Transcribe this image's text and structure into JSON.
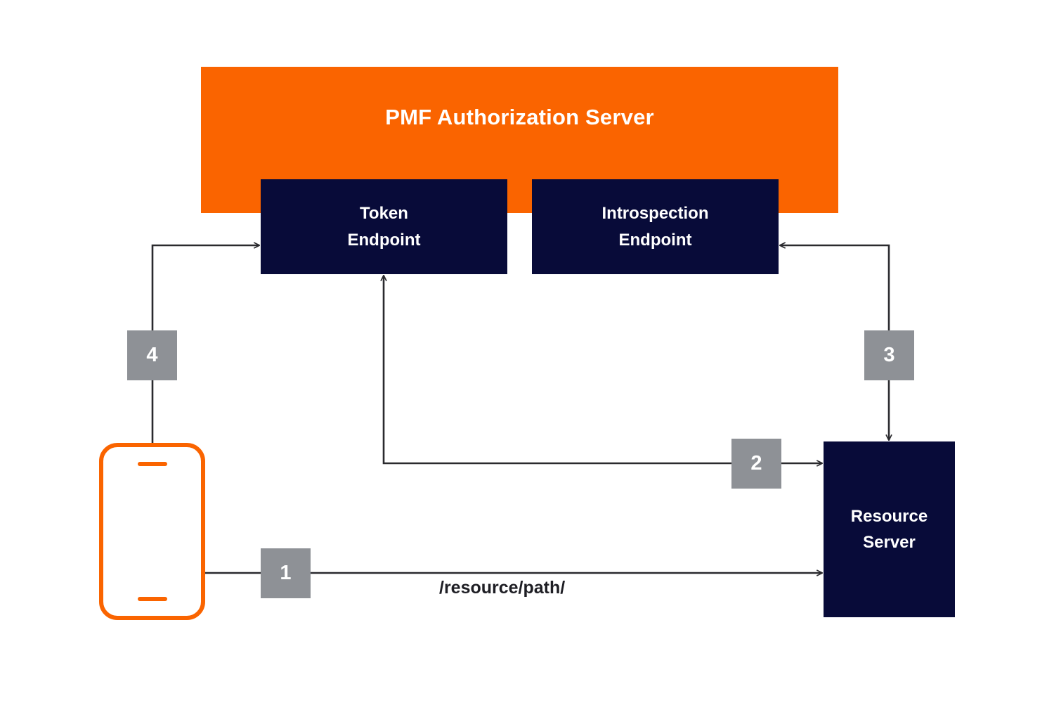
{
  "diagram": {
    "title": "PMF Authorization Server",
    "background_color": "#ffffff"
  },
  "auth_server": {
    "label": "PMF Authorization Server",
    "color": "#FA6400"
  },
  "nodes": {
    "token_endpoint": {
      "line1": "Token",
      "line2": "Endpoint",
      "color": "#080B39"
    },
    "introspection_endpoint": {
      "line1": "Introspection",
      "line2": "Endpoint",
      "color": "#080B39"
    },
    "resource_server": {
      "line1": "Resource",
      "line2": "Server",
      "color": "#080B39"
    },
    "client_device": {
      "icon": "mobile-phone-icon",
      "color": "#FA6400"
    }
  },
  "steps": [
    {
      "number": "1",
      "label": "/resource/path/",
      "from": "client-device",
      "to": "resource-server"
    },
    {
      "number": "2",
      "from": "token-endpoint",
      "to": "resource-server"
    },
    {
      "number": "3",
      "from": "resource-server",
      "to": "introspection-endpoint"
    },
    {
      "number": "4",
      "from": "client-device",
      "to": "token-endpoint"
    }
  ],
  "labels": {
    "resource_path": "/resource/path/"
  },
  "colors": {
    "orange": "#FA6400",
    "navy": "#080B39",
    "badge_gray": "#8E9196",
    "connector": "#2A2A2E",
    "text_dark": "#1E1E24",
    "text_light": "#ffffff"
  }
}
